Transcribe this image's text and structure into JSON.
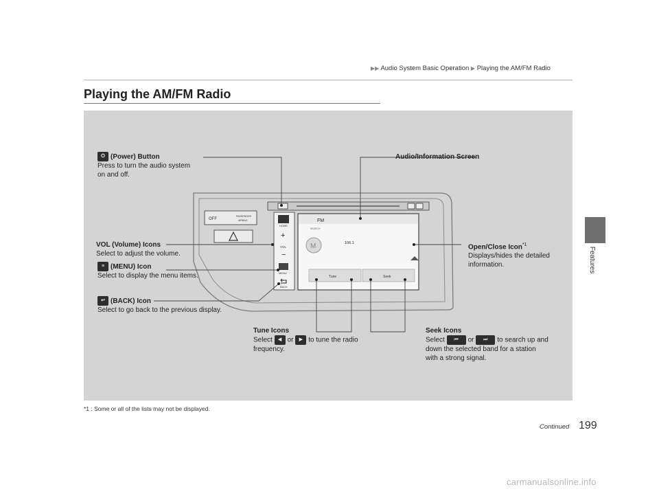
{
  "header": {
    "breadcrumb": [
      "Audio System Basic Operation",
      "Playing the AM/FM Radio"
    ]
  },
  "page_title": "Playing the AM/FM Radio",
  "side_tab_label": "Features",
  "callouts": {
    "power": {
      "title": "(Power) Button",
      "desc1": "Press to turn the audio system",
      "desc2": "on and off."
    },
    "screen": {
      "title": "Audio/Information Screen"
    },
    "vol": {
      "title": "VOL (Volume) Icons",
      "desc1": "Select to adjust the volume."
    },
    "menu": {
      "title": "(MENU) Icon",
      "desc1": "Select to display the menu items."
    },
    "back": {
      "title": "(BACK) Icon",
      "desc1": "Select to go back to the previous display."
    },
    "open_close": {
      "title": "Open/Close Icon",
      "sup": "*1",
      "desc1": "Displays/hides the detailed",
      "desc2": "information."
    },
    "tune": {
      "title": "Tune Icons",
      "desc_a": "Select",
      "desc_or": "or",
      "desc_b": "to tune the radio",
      "desc2": "frequency."
    },
    "seek": {
      "title": "Seek Icons",
      "desc_a": "Select",
      "desc_or": "or",
      "desc_b": "to search up and",
      "desc2": "down the selected band for a station",
      "desc3": "with a strong signal."
    }
  },
  "device": {
    "airbag_off": "OFF",
    "airbag_label1": "PASSENGER",
    "airbag_label2": "AIRBAG",
    "home_label": "HOME",
    "vol_label": "VOL",
    "menu_label": "MENU",
    "back_label": "BACK",
    "band": "FM",
    "search_label": "SEARCH",
    "frequency": "106.1",
    "tune_label": "Tune",
    "seek_label": "Seek"
  },
  "footnote": "*1 : Some or all of the lists may not be displayed.",
  "footer": {
    "continued": "Continued",
    "page_number": "199"
  },
  "watermark": "carmanualsonline.info"
}
